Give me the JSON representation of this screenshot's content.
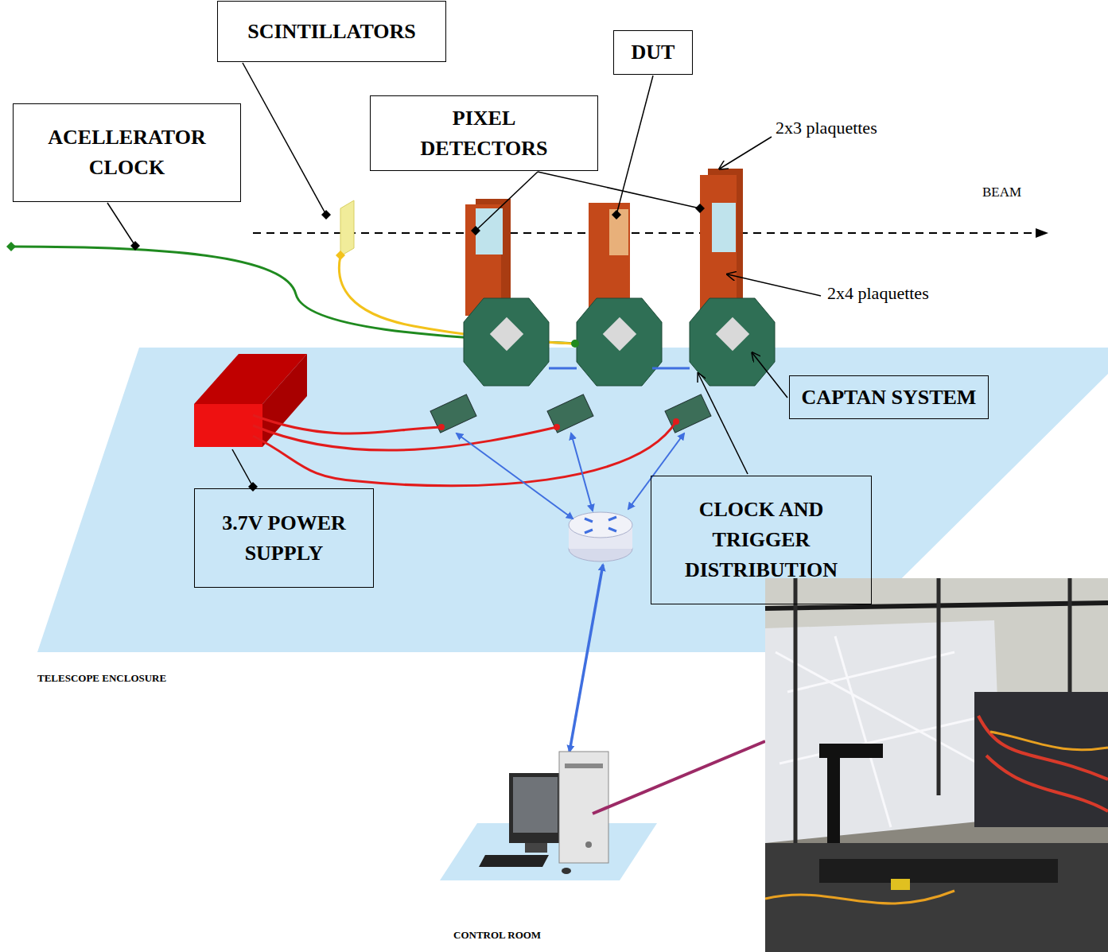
{
  "diagram": {
    "nodes": [
      {
        "text": [
          "SCINTILLATORS"
        ]
      },
      {
        "text": [
          "DUT"
        ]
      },
      {
        "text": [
          "ACELLERATOR CLOCK"
        ]
      },
      {
        "text": [
          "PIXEL DETECTORS"
        ]
      },
      {
        "text": [
          "CAPTAN SYSTEM"
        ]
      },
      {
        "text": [
          "3.7V POWER SUPPLY"
        ]
      },
      {
        "text": [
          "CLOCK AND TRIGGER DISTRIBUTION"
        ]
      }
    ],
    "labels": [
      "2x3 plaquettes",
      "BEAM",
      "2x4 plaquettes",
      "TELESCOPE ENCLOSURE",
      "CONTROL ROOM"
    ]
  }
}
